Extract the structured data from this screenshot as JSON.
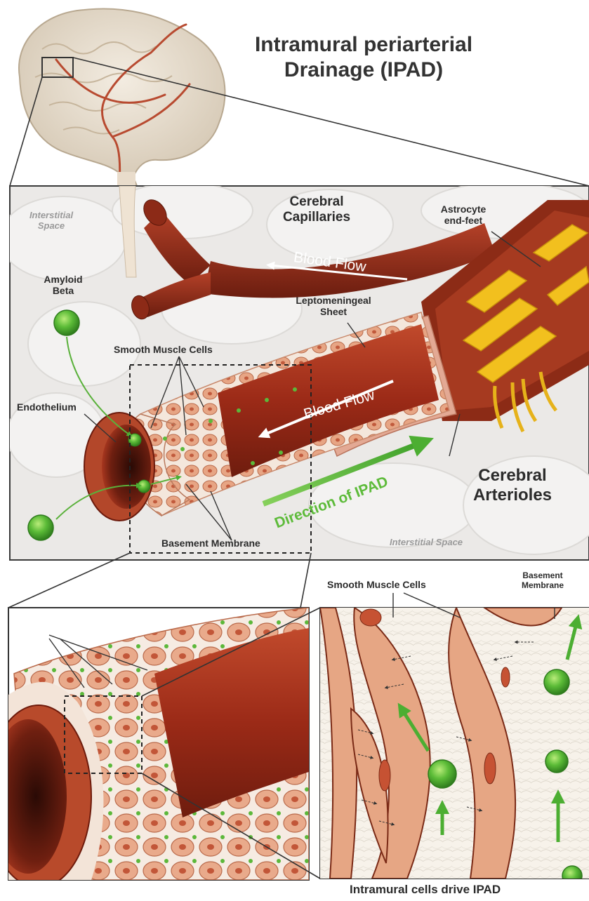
{
  "title": {
    "line1": "Intramural periarterial",
    "line2": "Drainage (IPAD)"
  },
  "labels": {
    "interstitial_space_top": [
      "Interstitial",
      "Space"
    ],
    "interstitial_space_bottom": "Interstitial Space",
    "cerebral_capillaries": [
      "Cerebral",
      "Capillaries"
    ],
    "astrocyte_endfeet": [
      "Astrocyte",
      "end-feet"
    ],
    "blood_flow_upper": "Blood Flow",
    "blood_flow_lower": "Blood Flow",
    "amyloid_beta": [
      "Amyloid",
      "Beta"
    ],
    "leptomeningeal_sheet": [
      "Leptomeningeal",
      "Sheet"
    ],
    "smooth_muscle_cells_main": "Smooth Muscle Cells",
    "endothelium": "Endothelium",
    "direction_of_ipad": "Direction of IPAD",
    "cerebral_arterioles": [
      "Cerebral",
      "Arterioles"
    ],
    "basement_membrane_main": "Basement Membrane",
    "smooth_muscle_cells_detail": "Smooth Muscle Cells",
    "basement_membrane_detail": [
      "Basement",
      "Membrane"
    ],
    "footer": "Intramural cells drive IPAD"
  },
  "colors": {
    "artery_dark": "#7a1f10",
    "artery_mid": "#a8321d",
    "artery_light": "#c9593a",
    "smooth_muscle": "#e8a887",
    "membrane": "#f5ede2",
    "astrocyte": "#f2c01e",
    "amyloid_green": "#4cae32",
    "ipad_arrow": "#5dbb3a",
    "brain": "#e6dccd",
    "panel_bg": "#ecebea"
  }
}
